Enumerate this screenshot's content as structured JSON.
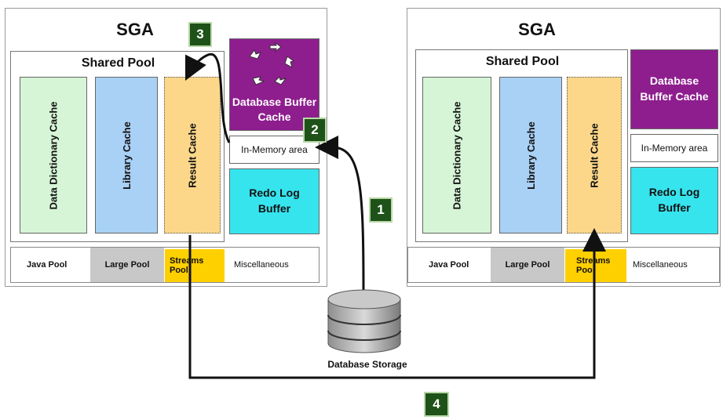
{
  "left_sga": {
    "title": "SGA",
    "shared_pool": {
      "title": "Shared Pool",
      "data_dictionary_cache": "Data Dictionary Cache",
      "library_cache": "Library Cache",
      "result_cache": "Result Cache"
    },
    "buffer_cache": "Database Buffer Cache",
    "in_memory": "In-Memory area",
    "redo_log": "Redo Log Buffer",
    "pools": {
      "java": "Java Pool",
      "large": "Large Pool",
      "streams": "Streams Pool",
      "misc": "Miscellaneous"
    }
  },
  "right_sga": {
    "title": "SGA",
    "shared_pool": {
      "title": "Shared Pool",
      "data_dictionary_cache": "Data Dictionary Cache",
      "library_cache": "Library Cache",
      "result_cache": "Result Cache"
    },
    "buffer_cache": "Database Buffer Cache",
    "in_memory": "In-Memory area",
    "redo_log": "Redo Log Buffer",
    "pools": {
      "java": "Java Pool",
      "large": "Large Pool",
      "streams": "Streams Pool",
      "misc": "Miscellaneous"
    }
  },
  "storage": {
    "label": "Database Storage"
  },
  "steps": {
    "s1": "1",
    "s2": "2",
    "s3": "3",
    "s4": "4"
  },
  "colors": {
    "data_dictionary": "#d6f5d6",
    "library": "#a9d0f5",
    "result": "#fcd78a",
    "buffer_cache": "#8e1e8e",
    "redo_log": "#36e4ee",
    "large_pool": "#c8c8c8",
    "streams_pool": "#ffd000",
    "badge": "#1e5218"
  }
}
